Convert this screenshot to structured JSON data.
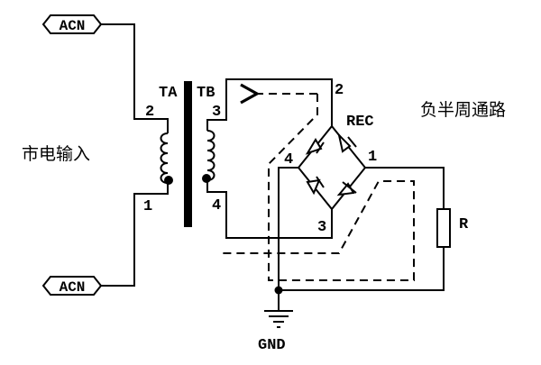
{
  "labels": {
    "acn_top": "ACN",
    "acn_bottom": "ACN",
    "mains_input": "市电输入",
    "ta": "TA",
    "tb": "TB",
    "pin_ta_2": "2",
    "pin_ta_1": "1",
    "pin_tb_3": "3",
    "pin_tb_4": "4",
    "rec": "REC",
    "rec_pin_1": "1",
    "rec_pin_2": "2",
    "rec_pin_3": "3",
    "rec_pin_4": "4",
    "resistor": "R",
    "path_title": "负半周通路",
    "gnd": "GND"
  }
}
